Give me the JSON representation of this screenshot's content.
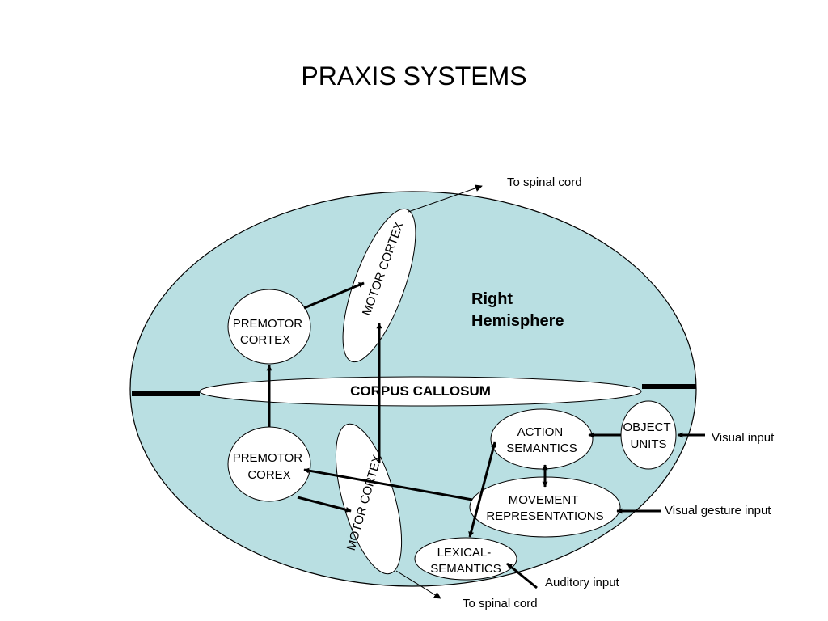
{
  "title": "PRAXIS SYSTEMS",
  "colors": {
    "hemisphere_fill": "#b9dfe2",
    "node_fill": "#ffffff",
    "stroke": "#000000"
  },
  "nodes": {
    "premotor_cortex_right": [
      "PREMOTOR",
      "CORTEX"
    ],
    "motor_cortex_right": "MOTOR CORTEX",
    "corpus_callosum": "CORPUS CALLOSUM",
    "right_hemisphere": [
      "Right",
      "Hemisphere"
    ],
    "premotor_cortex_left": [
      "PREMOTOR",
      "COREX"
    ],
    "motor_cortex_left": "MOTOR CORTEX",
    "action_semantics": [
      "ACTION",
      "SEMANTICS"
    ],
    "object_units": [
      "OBJECT",
      "UNITS"
    ],
    "movement_representations": [
      "MOVEMENT",
      "REPRESENTATIONS"
    ],
    "lexical_semantics": [
      "LEXICAL-",
      "SEMANTICS"
    ]
  },
  "inputs": {
    "to_spinal_cord_top": "To spinal cord",
    "to_spinal_cord_bottom": "To spinal cord",
    "visual_input": "Visual input",
    "visual_gesture_input": "Visual gesture input",
    "auditory_input": "Auditory input"
  }
}
